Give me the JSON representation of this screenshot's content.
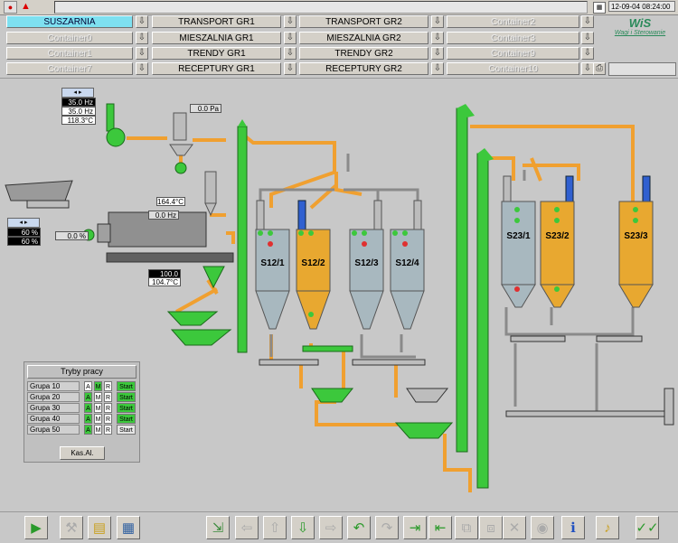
{
  "header": {
    "datetime": "12-09-04 08:24:00"
  },
  "logo": {
    "title": "WiS",
    "subtitle": "Wagi i Sterowanie"
  },
  "nav": {
    "row1": [
      "SUSZARNIA",
      "TRANSPORT GR1",
      "TRANSPORT GR2",
      "Container2"
    ],
    "row2": [
      "Container0",
      "MIESZALNIA GR1",
      "MIESZALNIA GR2",
      "Container3"
    ],
    "row3": [
      "Container1",
      "TRENDY GR1",
      "TRENDY GR2",
      "Container9"
    ],
    "row4": [
      "Container7",
      "RECEPTURY GR1",
      "RECEPTURY GR2",
      "Container10"
    ]
  },
  "process": {
    "freq_set": "35.0 Hz",
    "freq_act": "35.0 Hz",
    "temp1": "118.3°C",
    "pressure": "0.0 Pa",
    "temp2": "164.4°C",
    "drum_hz": "0.0 Hz",
    "pct1": "60 %",
    "pct2": "60 %",
    "pct3": "0.0 %",
    "set100": "100.0",
    "temp3": "104.7°C"
  },
  "silos": [
    "S12/1",
    "S12/2",
    "S12/3",
    "S12/4",
    "S23/1",
    "S23/2",
    "S23/3"
  ],
  "modes_panel": {
    "title": "Tryby pracy",
    "groups": [
      {
        "name": "Grupa 10",
        "start": "Start"
      },
      {
        "name": "Grupa 20",
        "start": "Start"
      },
      {
        "name": "Grupa 30",
        "start": "Start"
      },
      {
        "name": "Grupa 40",
        "start": "Start"
      },
      {
        "name": "Grupa 50",
        "start": "Start"
      }
    ],
    "mode_a": "A",
    "mode_m": "M",
    "mode_r": "R",
    "reset": "Kas.Al."
  },
  "colors": {
    "accent": "#7ee0f0",
    "orange": "#f0a030",
    "green": "#3cc83c"
  }
}
